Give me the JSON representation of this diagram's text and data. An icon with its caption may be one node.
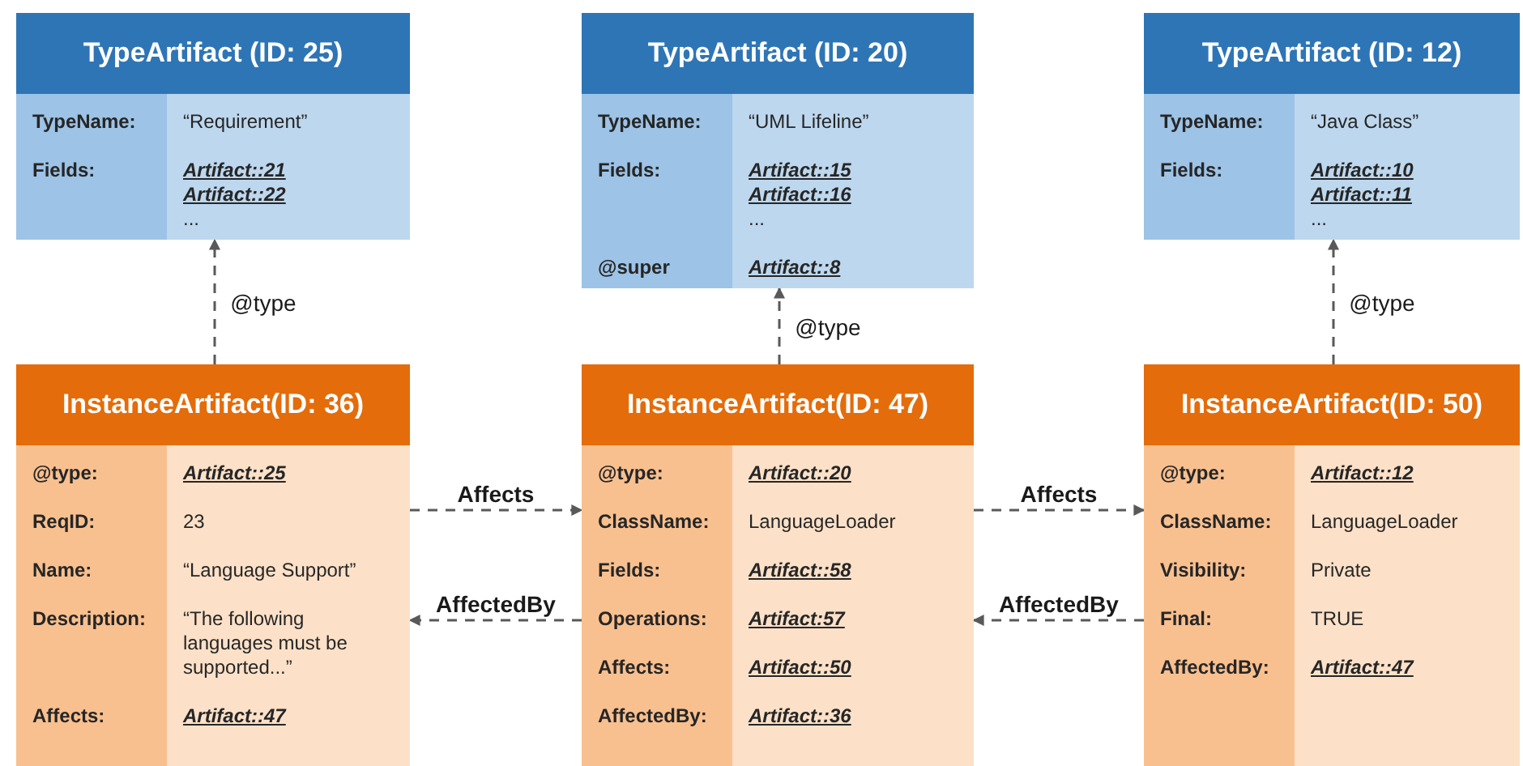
{
  "diagram": {
    "nodes": [
      {
        "text": [
          "TypeArtifact (ID: 25)",
          "TypeName:",
          "“Requirement”",
          "Fields:",
          "Artifact::21",
          "Artifact::22",
          "..."
        ]
      },
      {
        "text": [
          "TypeArtifact (ID: 20)",
          "TypeName:",
          "“UML Lifeline”",
          "Fields:",
          "Artifact::15",
          "Artifact::16",
          "...",
          "@super",
          "Artifact::8"
        ]
      },
      {
        "text": [
          "TypeArtifact (ID: 12)",
          "TypeName:",
          "“Java Class”",
          "Fields:",
          "Artifact::10",
          "Artifact::11",
          "..."
        ]
      },
      {
        "text": [
          "InstanceArtifact(ID: 36)",
          "@type:",
          "Artifact::25",
          "ReqID:",
          "23",
          "Name:",
          "“Language Support”",
          "Description:",
          "“The following languages must be supported...”",
          "Affects:",
          "Artifact::47"
        ]
      },
      {
        "text": [
          "InstanceArtifact(ID: 47)",
          "@type:",
          "Artifact::20",
          "ClassName:",
          "LanguageLoader",
          "Fields:",
          "Artifact::58",
          "Operations:",
          "Artifact:57",
          "Affects:",
          "Artifact::50",
          "AffectedBy:",
          "Artifact::36"
        ]
      },
      {
        "text": [
          "InstanceArtifact(ID: 50)",
          "@type:",
          "Artifact::12",
          "ClassName:",
          "LanguageLoader",
          "Visibility:",
          "Private",
          "Final:",
          "TRUE",
          "AffectedBy:",
          "Artifact::47"
        ]
      }
    ],
    "edges": [
      {
        "from": 3,
        "to": 0,
        "arrow": "to",
        "label": "@type",
        "style": "dashed"
      },
      {
        "from": 4,
        "to": 1,
        "arrow": "to",
        "label": "@type",
        "style": "dashed"
      },
      {
        "from": 5,
        "to": 2,
        "arrow": "to",
        "label": "@type",
        "style": "dashed"
      },
      {
        "from": 3,
        "to": 4,
        "arrow": "to",
        "label": "Affects",
        "style": "dashed"
      },
      {
        "from": 4,
        "to": 3,
        "arrow": "to",
        "label": "AffectedBy",
        "style": "dashed"
      },
      {
        "from": 4,
        "to": 5,
        "arrow": "to",
        "label": "Affects",
        "style": "dashed"
      },
      {
        "from": 5,
        "to": 4,
        "arrow": "to",
        "label": "AffectedBy",
        "style": "dashed"
      }
    ]
  }
}
